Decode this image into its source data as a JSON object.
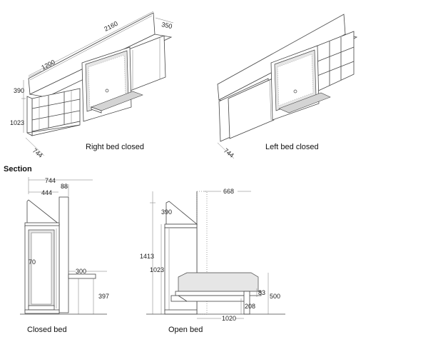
{
  "views": {
    "right_closed": {
      "caption": "Right bed closed",
      "dims": {
        "length": "2160",
        "depth_top": "350",
        "shelf_width": "1200",
        "top_height": "390",
        "low_height": "1023",
        "base_depth": "744"
      }
    },
    "left_closed": {
      "caption": "Left bed closed",
      "dims": {
        "base_depth": "744"
      }
    }
  },
  "section": {
    "heading": "Section",
    "closed": {
      "caption": "Closed bed",
      "dims": {
        "total_depth": "744",
        "panel": "88",
        "inner_depth": "444",
        "bed_mark": "70",
        "desk_depth": "300",
        "desk_height": "397"
      }
    },
    "open": {
      "caption": "Open bed",
      "dims": {
        "reach": "668",
        "top_height": "390",
        "total_height": "1413",
        "low_height": "1023",
        "leg": "83",
        "mattress_height": "500",
        "base": "208",
        "length": "1020"
      }
    }
  }
}
